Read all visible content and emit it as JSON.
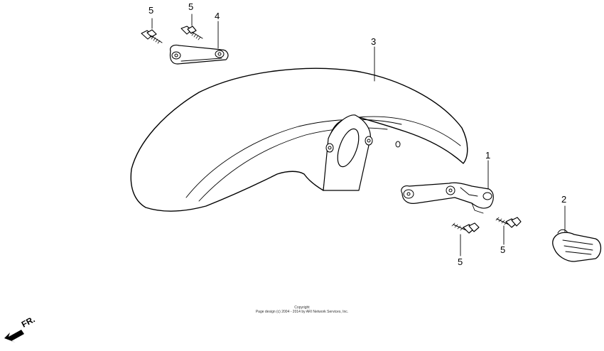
{
  "callouts": {
    "bolt_top_left": "5",
    "bolt_top_right": "5",
    "stay_top": "4",
    "fender": "3",
    "stay_right": "1",
    "reflector": "2",
    "bolt_bottom_left": "5",
    "bolt_bottom_right": "5"
  },
  "direction_label": "FR.",
  "copyright": {
    "line1": "Copyright",
    "line2": "Page design (c) 2004 - 2014 by ARI Network Services, Inc."
  }
}
